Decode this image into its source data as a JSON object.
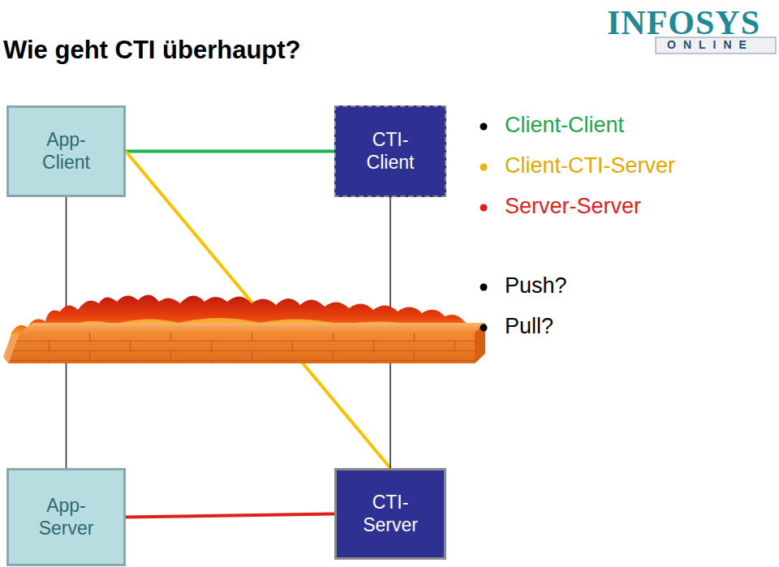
{
  "diagram": {
    "title": "Wie geht CTI überhaupt?",
    "nodes": [
      {
        "text": [
          "App- Client"
        ]
      },
      {
        "text": [
          "CTI- Client"
        ]
      },
      {
        "text": [
          "App- Server"
        ]
      },
      {
        "text": [
          "CTI- Server"
        ]
      }
    ],
    "edges": [
      {
        "from": 0,
        "to": 1,
        "arrow": "none"
      },
      {
        "from": 0,
        "to": 3,
        "arrow": "none"
      },
      {
        "from": 2,
        "to": 3,
        "arrow": "none"
      },
      {
        "from": 0,
        "to": 2,
        "arrow": "none"
      },
      {
        "from": 1,
        "to": 3,
        "arrow": "none"
      }
    ],
    "labels": [
      "Client-Client",
      "Client-CTI-Server",
      "Server-Server",
      "Push?",
      "Pull?",
      "INFOSYS",
      "ONLINE"
    ]
  }
}
